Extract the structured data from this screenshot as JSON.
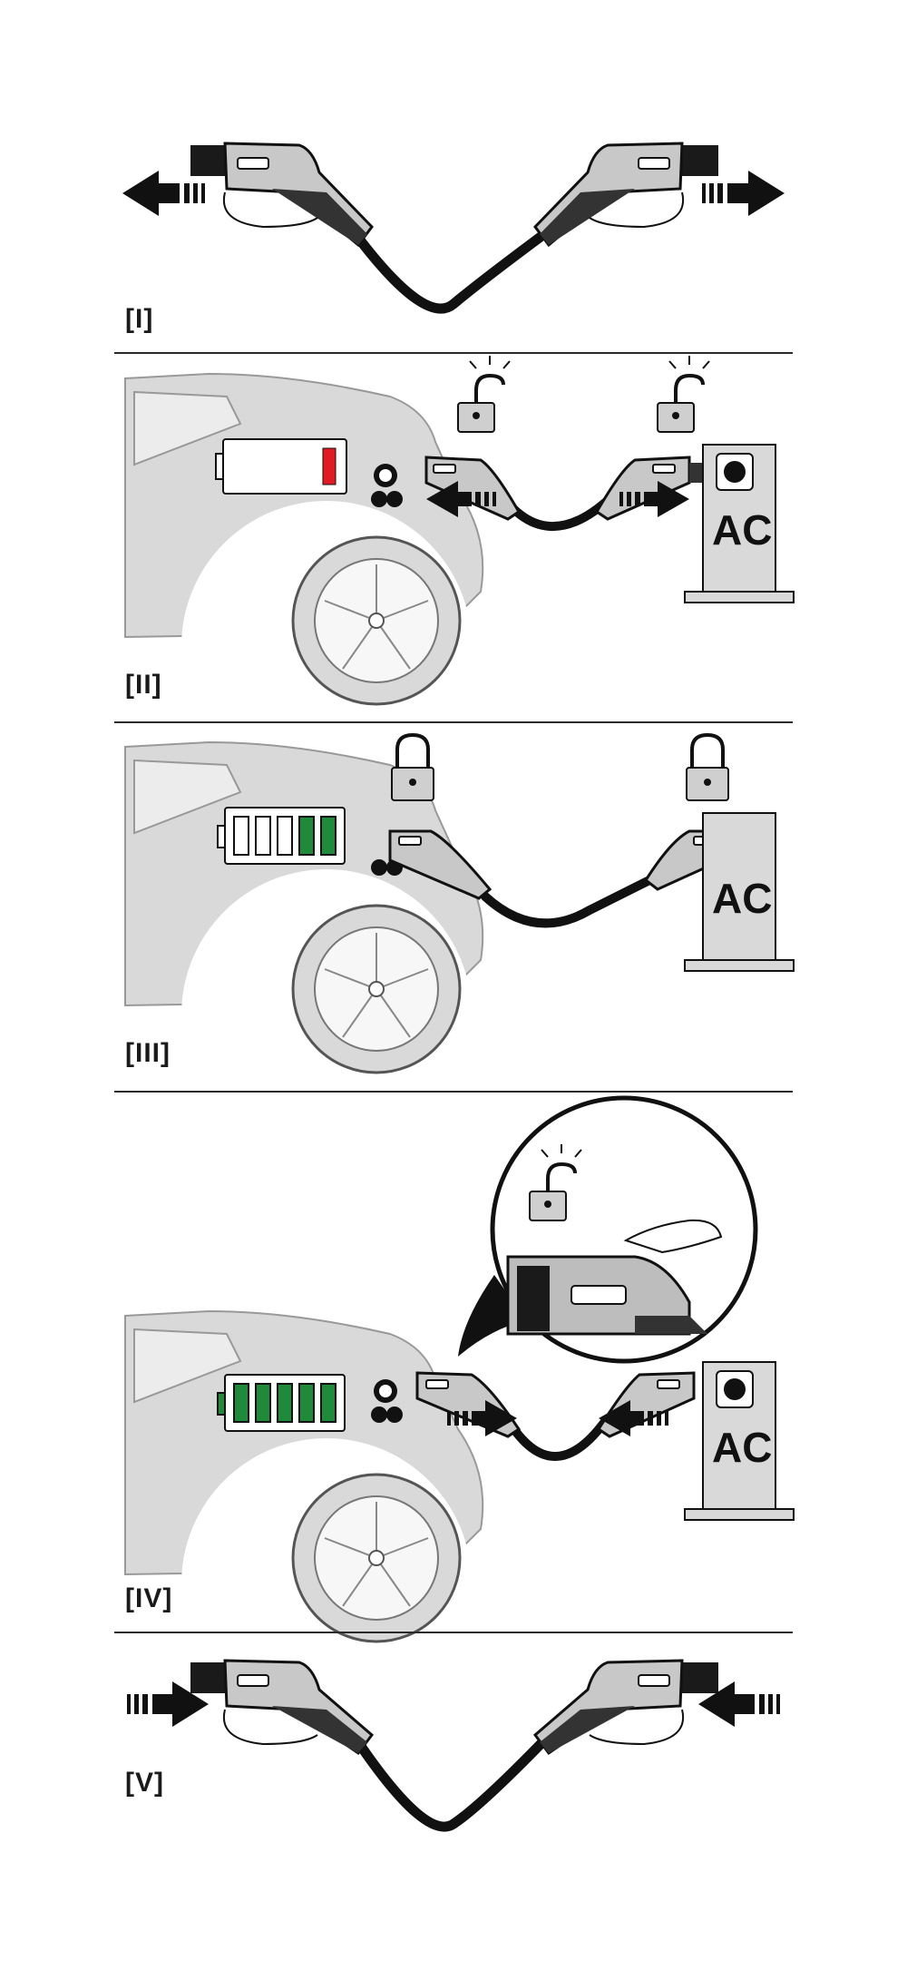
{
  "steps": [
    {
      "label": "[I]",
      "action": "disconnect-both-ends"
    },
    {
      "label": "[II]",
      "action": "connect",
      "battery_level": 0.1,
      "battery_state": "low",
      "lock": "unlocked"
    },
    {
      "label": "[III]",
      "action": "charging",
      "battery_level": 0.4,
      "battery_state": "charging",
      "lock": "locked"
    },
    {
      "label": "[IV]",
      "action": "release",
      "battery_level": 1.0,
      "battery_state": "full",
      "lock": "unlocked"
    },
    {
      "label": "[V]",
      "action": "plug-together"
    }
  ],
  "station": {
    "label": "AC"
  },
  "colors": {
    "line": "#1a1a1a",
    "car_body": "#d9d9d9",
    "car_glass": "#ececec",
    "battery_low": "#e01b24",
    "battery_full": "#1f8a3a",
    "plug_grey": "#bdbdbd",
    "lock_grey": "#cfcfcf"
  }
}
